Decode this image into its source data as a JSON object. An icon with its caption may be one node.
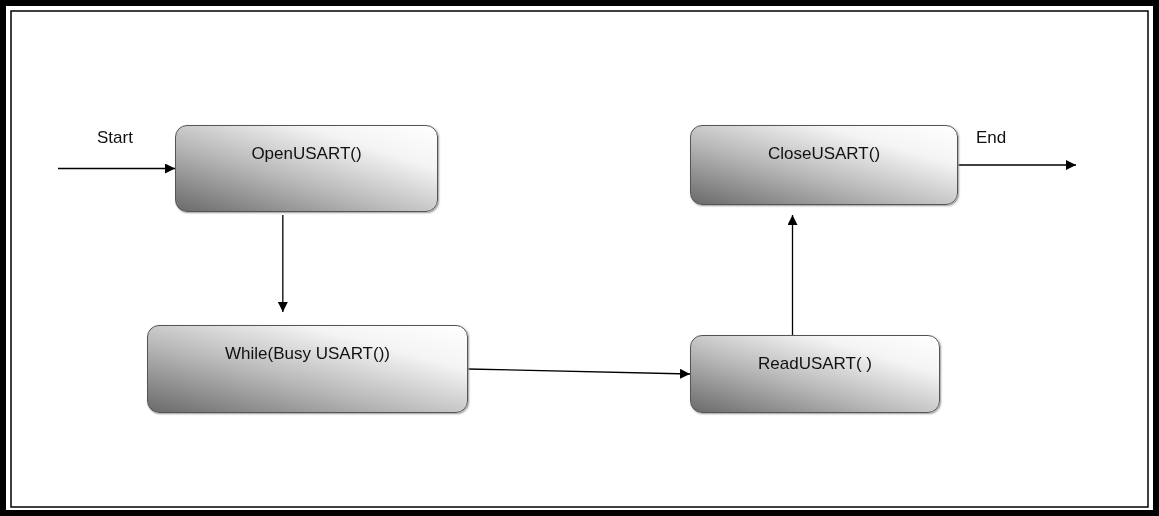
{
  "diagram": {
    "nodes": [
      {
        "text": [
          "OpenUSART()"
        ]
      },
      {
        "text": [
          "While(Busy USART())"
        ]
      },
      {
        "text": [
          "ReadUSART( )"
        ]
      },
      {
        "text": [
          "CloseUSART()"
        ]
      }
    ],
    "edges": [
      {
        "from": null,
        "to": 0,
        "arrow": "to",
        "label": "Start"
      },
      {
        "from": 0,
        "to": 1,
        "arrow": "to"
      },
      {
        "from": 1,
        "to": 2,
        "arrow": "to"
      },
      {
        "from": 2,
        "to": 3,
        "arrow": "to"
      },
      {
        "from": 3,
        "to": null,
        "arrow": "to",
        "label": "End"
      }
    ]
  }
}
